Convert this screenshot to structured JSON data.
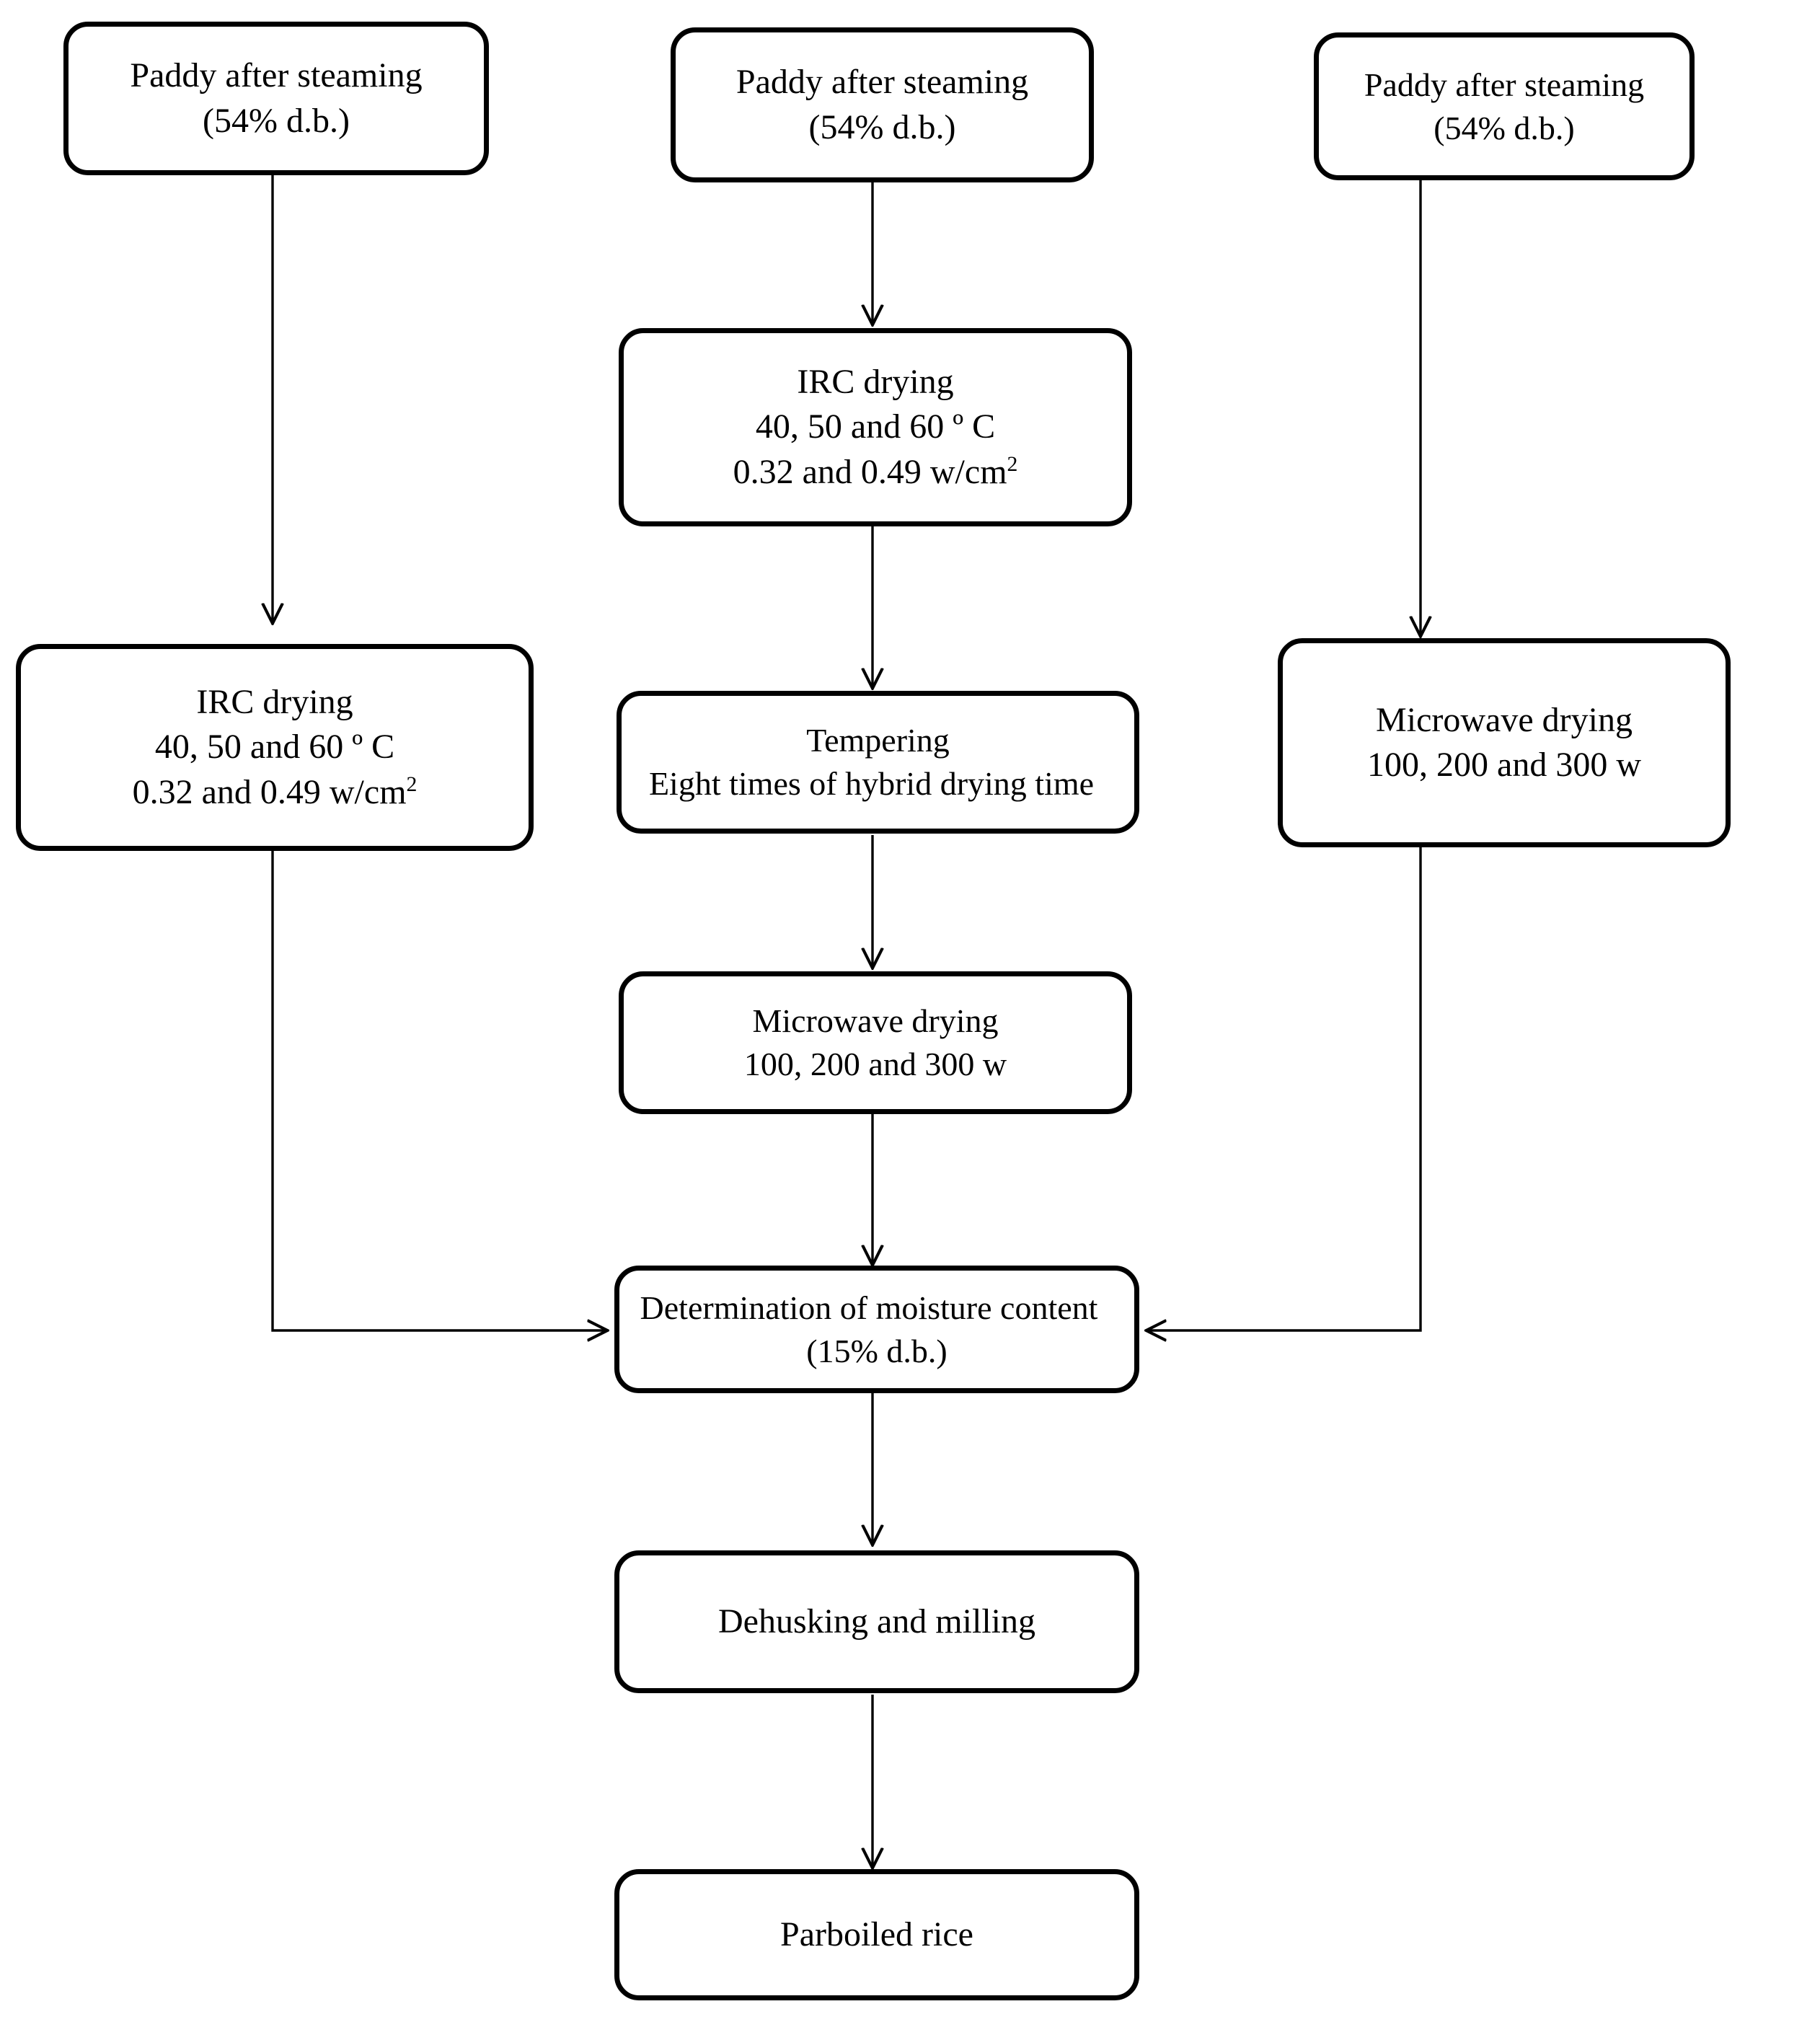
{
  "diagram": {
    "title": "Parboiled rice drying process flowchart",
    "type": "flowchart",
    "background_color": "#ffffff",
    "line_color": "#000000",
    "text_color": "#000000"
  },
  "nodes": {
    "paddy_left": {
      "line1": "Paddy after steaming",
      "line2": "(54% d.b.)"
    },
    "paddy_center": {
      "line1": "Paddy after steaming",
      "line2": "(54% d.b.)"
    },
    "paddy_right": {
      "line1": "Paddy after steaming",
      "line2": "(54% d.b.)"
    },
    "irc_center": {
      "line1": "IRC drying",
      "line2": "40, 50 and 60 º C",
      "line3_pre": "0.32 and 0.49 w/cm",
      "line3_sup": "2"
    },
    "irc_left": {
      "line1": "IRC drying",
      "line2": "40, 50 and 60 º C",
      "line3_pre": "0.32 and 0.49 w/cm",
      "line3_sup": "2"
    },
    "tempering": {
      "line1": "Tempering",
      "line2": "Eight times  of hybrid drying time"
    },
    "microwave_right": {
      "line1": "Microwave drying",
      "line2": "100, 200 and 300 w"
    },
    "microwave_center": {
      "line1": "Microwave drying",
      "line2": "100, 200 and 300 w"
    },
    "moisture": {
      "line1": "Determination  of moisture content",
      "line2": "(15% d.b.)"
    },
    "dehusking": {
      "line1": "Dehusking  and milling"
    },
    "parboiled": {
      "line1": "Parboiled rice"
    }
  }
}
